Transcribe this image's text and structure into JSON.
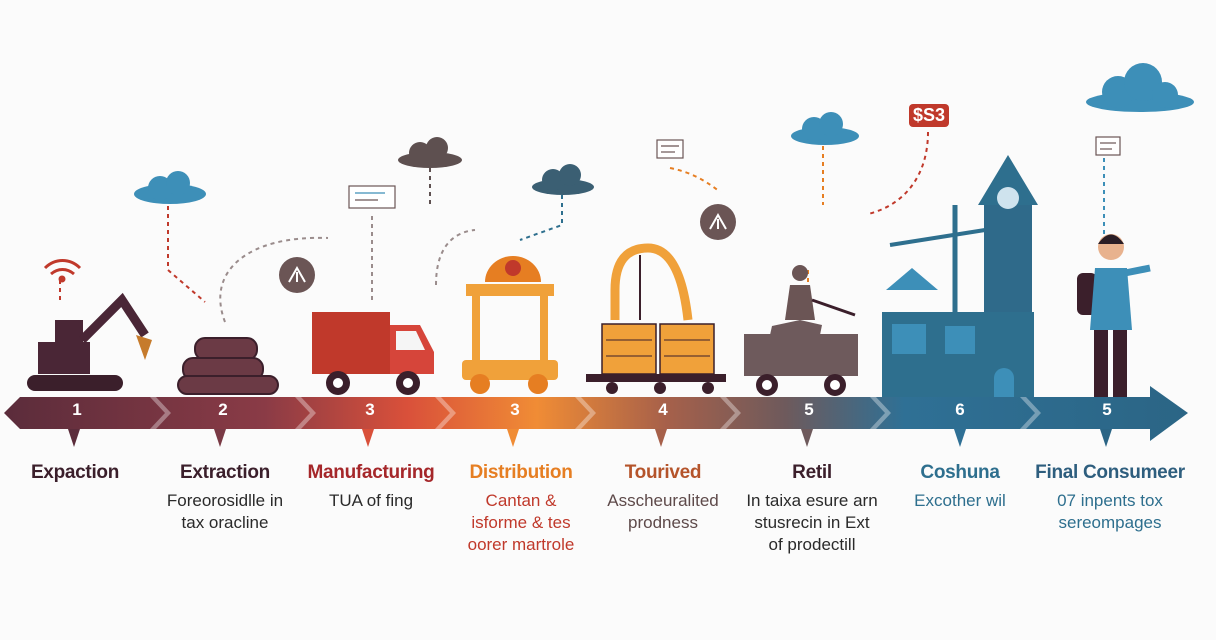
{
  "price_tag": "$S3",
  "stages": [
    {
      "number": "1",
      "title": "Expaction",
      "lines": [],
      "color": "#5b2c3b"
    },
    {
      "number": "2",
      "title": "Extraction",
      "lines": [
        "Foreorosidlle in",
        "tax oracline"
      ],
      "color": "#7a3a45"
    },
    {
      "number": "3",
      "title": "Manufacturing",
      "lines": [
        "TUA of fing"
      ],
      "color": "#c0392b"
    },
    {
      "number": "3",
      "title": "Distribution",
      "lines": [
        "Cantan &",
        "isforme & tes",
        "oorer martrole"
      ],
      "color": "#e67e22"
    },
    {
      "number": "4",
      "title": "Tourived",
      "lines": [
        "Asscheuralited",
        "prodness"
      ],
      "color": "#a0522d"
    },
    {
      "number": "5",
      "title": "Retil",
      "lines": [
        "In taixa esure arn",
        "stusrecin in Ext",
        "of prodectill"
      ],
      "color": "#5e4a4a"
    },
    {
      "number": "6",
      "title": "Coshuna",
      "lines": [
        "Excother wil"
      ],
      "color": "#2e6f8e"
    },
    {
      "number": "5",
      "title": "Final Consumeer",
      "lines": [
        "07 inpents tox",
        "sereompages"
      ],
      "color": "#2e5e7e"
    }
  ]
}
